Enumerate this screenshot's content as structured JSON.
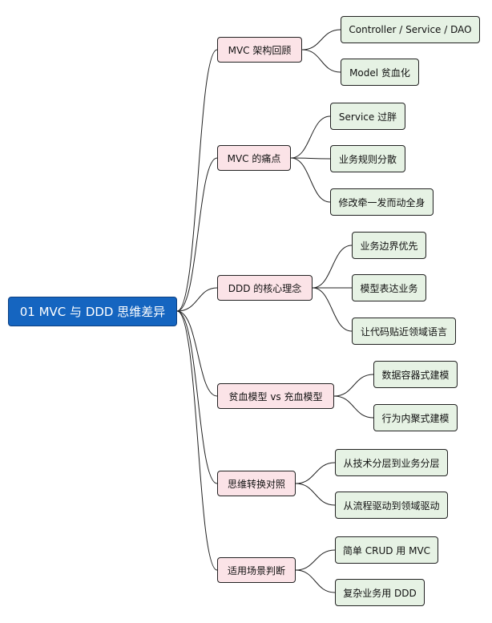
{
  "root": {
    "label": "01 MVC 与 DDD 思维差异"
  },
  "branches": [
    {
      "label": "MVC 架构回顾",
      "children": [
        "Controller / Service / DAO",
        "Model 贫血化"
      ]
    },
    {
      "label": "MVC 的痛点",
      "children": [
        "Service 过胖",
        "业务规则分散",
        "修改牵一发而动全身"
      ]
    },
    {
      "label": "DDD 的核心理念",
      "children": [
        "业务边界优先",
        "模型表达业务",
        "让代码贴近领域语言"
      ]
    },
    {
      "label": "贫血模型 vs 充血模型",
      "children": [
        "数据容器式建模",
        "行为内聚式建模"
      ]
    },
    {
      "label": "思维转换对照",
      "children": [
        "从技术分层到业务分层",
        "从流程驱动到领域驱动"
      ]
    },
    {
      "label": "适用场景判断",
      "children": [
        "简单 CRUD 用 MVC",
        "复杂业务用 DDD"
      ]
    }
  ],
  "colors": {
    "root_fill": "#1565c0",
    "branch_fill": "#fbe3e7",
    "leaf_fill": "#e6f2e4",
    "edge": "#222222"
  }
}
